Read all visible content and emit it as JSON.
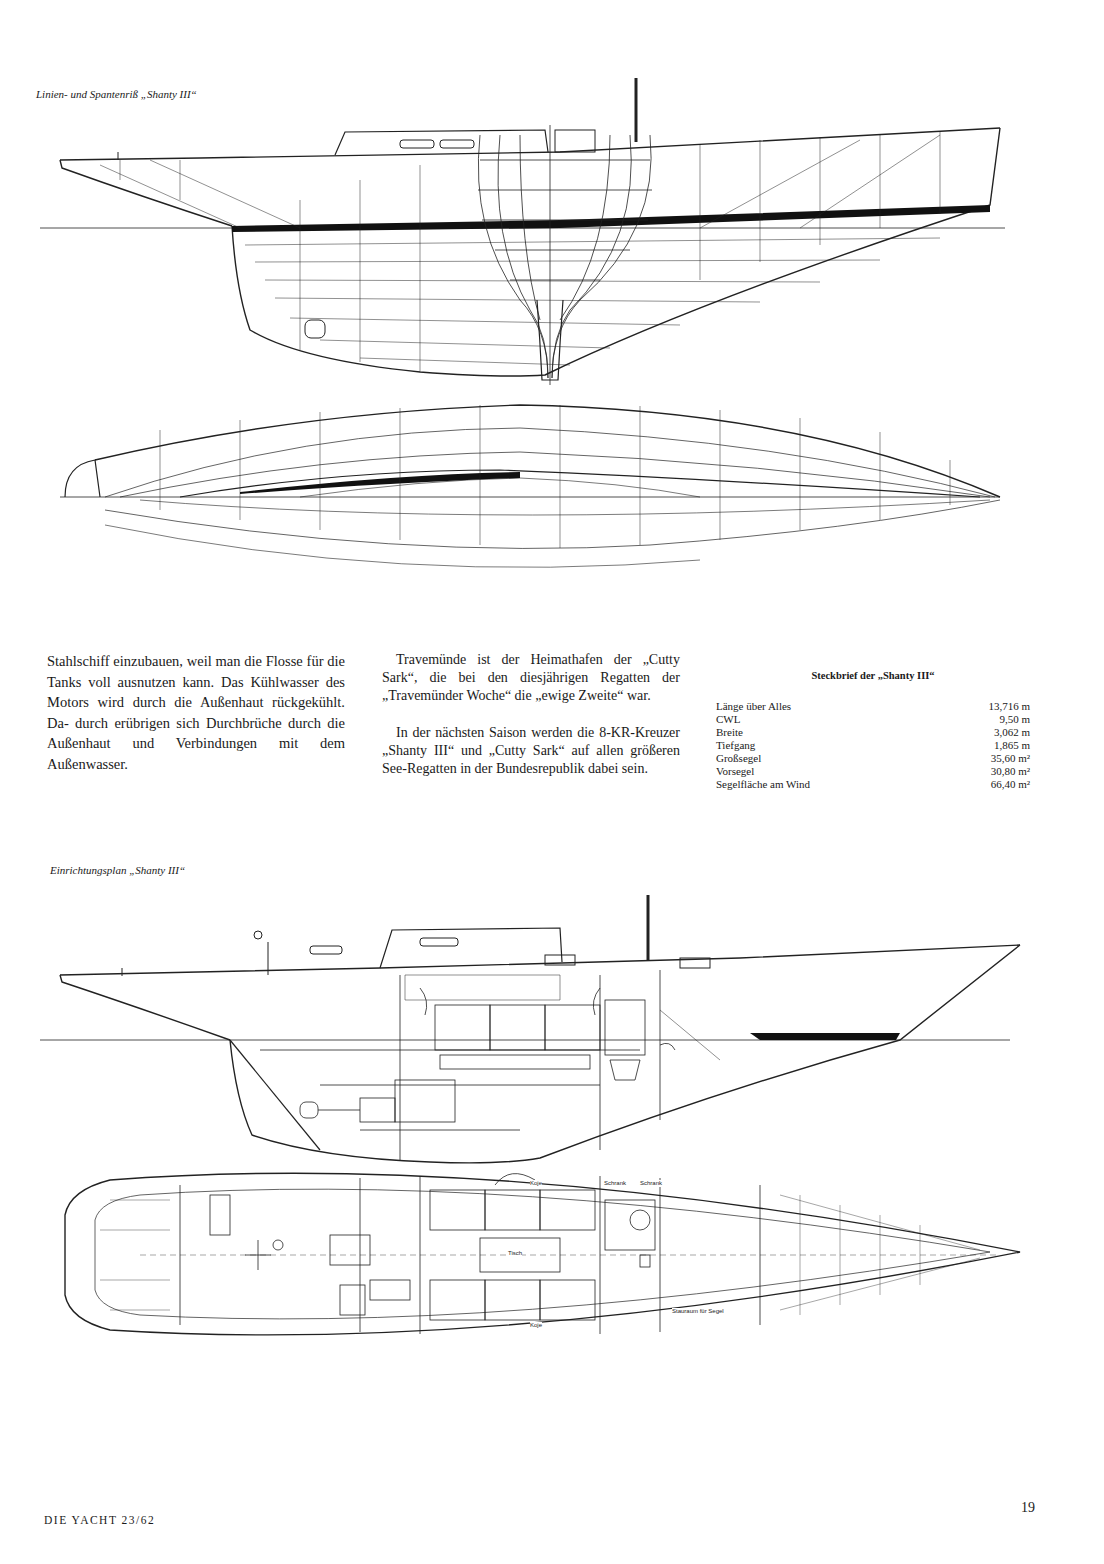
{
  "diagram": {
    "labels": [
      "Linien- und Spantenriß „Shanty III“",
      "Stahlschiff einzubauen, weil man die Flosse für die Tanks voll ausnutzen kann. Das Kühlwasser des Motors wird durch die Außenhaut rückgekühlt. Da- durch erübrigen sich Durchbrüche durch die Außenhaut und Verbindungen mit dem Außenwasser.",
      "Travemünde ist der Heimathafen der „Cutty Sark“, die bei den diesjährigen Regatten der „Travemünder Woche“ die „ewige Zweite“ war.",
      "In der nächsten Saison werden die 8-KR-Kreuzer „Shanty III“ und „Cutty Sark“ auf allen größeren See-Regatten in der Bundesrepublik dabei sein.",
      "Steckbrief der „Shanty III“",
      "Länge über Alles",
      "13,716 m",
      "CWL",
      "9,50 m",
      "Breite",
      "3,062 m",
      "Tiefgang",
      "1,865 m",
      "Großsegel",
      "35,60 m²",
      "Vorsegel",
      "30,80 m²",
      "Segelfläche am Wind",
      "66,40 m²",
      "Einrichtungsplan „Shanty III“",
      "Koje",
      "Schrank",
      "Schrank",
      "Tisch",
      "Koje",
      "Stauraum für Segel",
      "DIE YACHT 23/62",
      "19"
    ]
  }
}
